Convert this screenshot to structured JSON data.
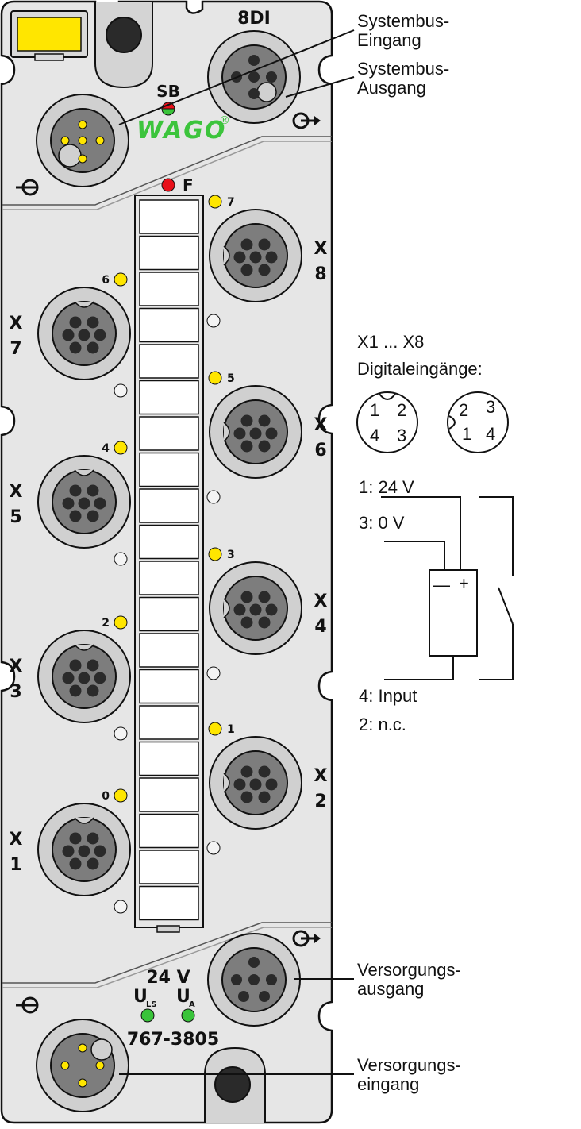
{
  "module": {
    "name": "8DI",
    "order_number": "767-3805",
    "brand": "WAGO",
    "brand_mark": "®",
    "sb_label": "SB",
    "f_label": "F",
    "voltage_label": "24 V",
    "uls_main": "U",
    "uls_sub": "LS",
    "ua_main": "U",
    "ua_sub": "A"
  },
  "channels": {
    "left": [
      {
        "id": "7",
        "led": "6",
        "connector": "X7"
      },
      {
        "id": "5",
        "led": "4",
        "connector": "X5"
      },
      {
        "id": "3",
        "led": "2",
        "connector": "X3"
      },
      {
        "id": "1",
        "led": "0",
        "connector": "X1"
      }
    ],
    "right": [
      {
        "id": "8",
        "led": "7",
        "connector": "X8"
      },
      {
        "id": "6",
        "led": "5",
        "connector": "X6"
      },
      {
        "id": "4",
        "led": "3",
        "connector": "X4"
      },
      {
        "id": "2",
        "led": "1",
        "connector": "X2"
      }
    ]
  },
  "callouts": {
    "systembus_in": [
      "Systembus-",
      "Eingang"
    ],
    "systembus_out": [
      "Systembus-",
      "Ausgang"
    ],
    "supply_out": [
      "Versorgungs-",
      "ausgang"
    ],
    "supply_in": [
      "Versorgungs-",
      "eingang"
    ]
  },
  "legend": {
    "title_line1": "X1 ... X8",
    "title_line2": "Digitaleingänge:",
    "pinout_a": [
      "1",
      "2",
      "4",
      "3"
    ],
    "pinout_b": [
      "2",
      "3",
      "1",
      "4"
    ],
    "pin1": "1: 24 V",
    "pin3": "3: 0 V",
    "minus": "—",
    "plus": "+",
    "pin4": "4: Input",
    "pin2": "2: n.c."
  },
  "colors": {
    "housing": "#e6e6e6",
    "outline": "#111111",
    "led_yellow": "#ffe600",
    "led_red": "#e8101a",
    "led_green": "#39c43a",
    "wago_green": "#3cc43c",
    "connector_ring": "#d0d0d0",
    "connector_core": "#7d7d7d"
  }
}
